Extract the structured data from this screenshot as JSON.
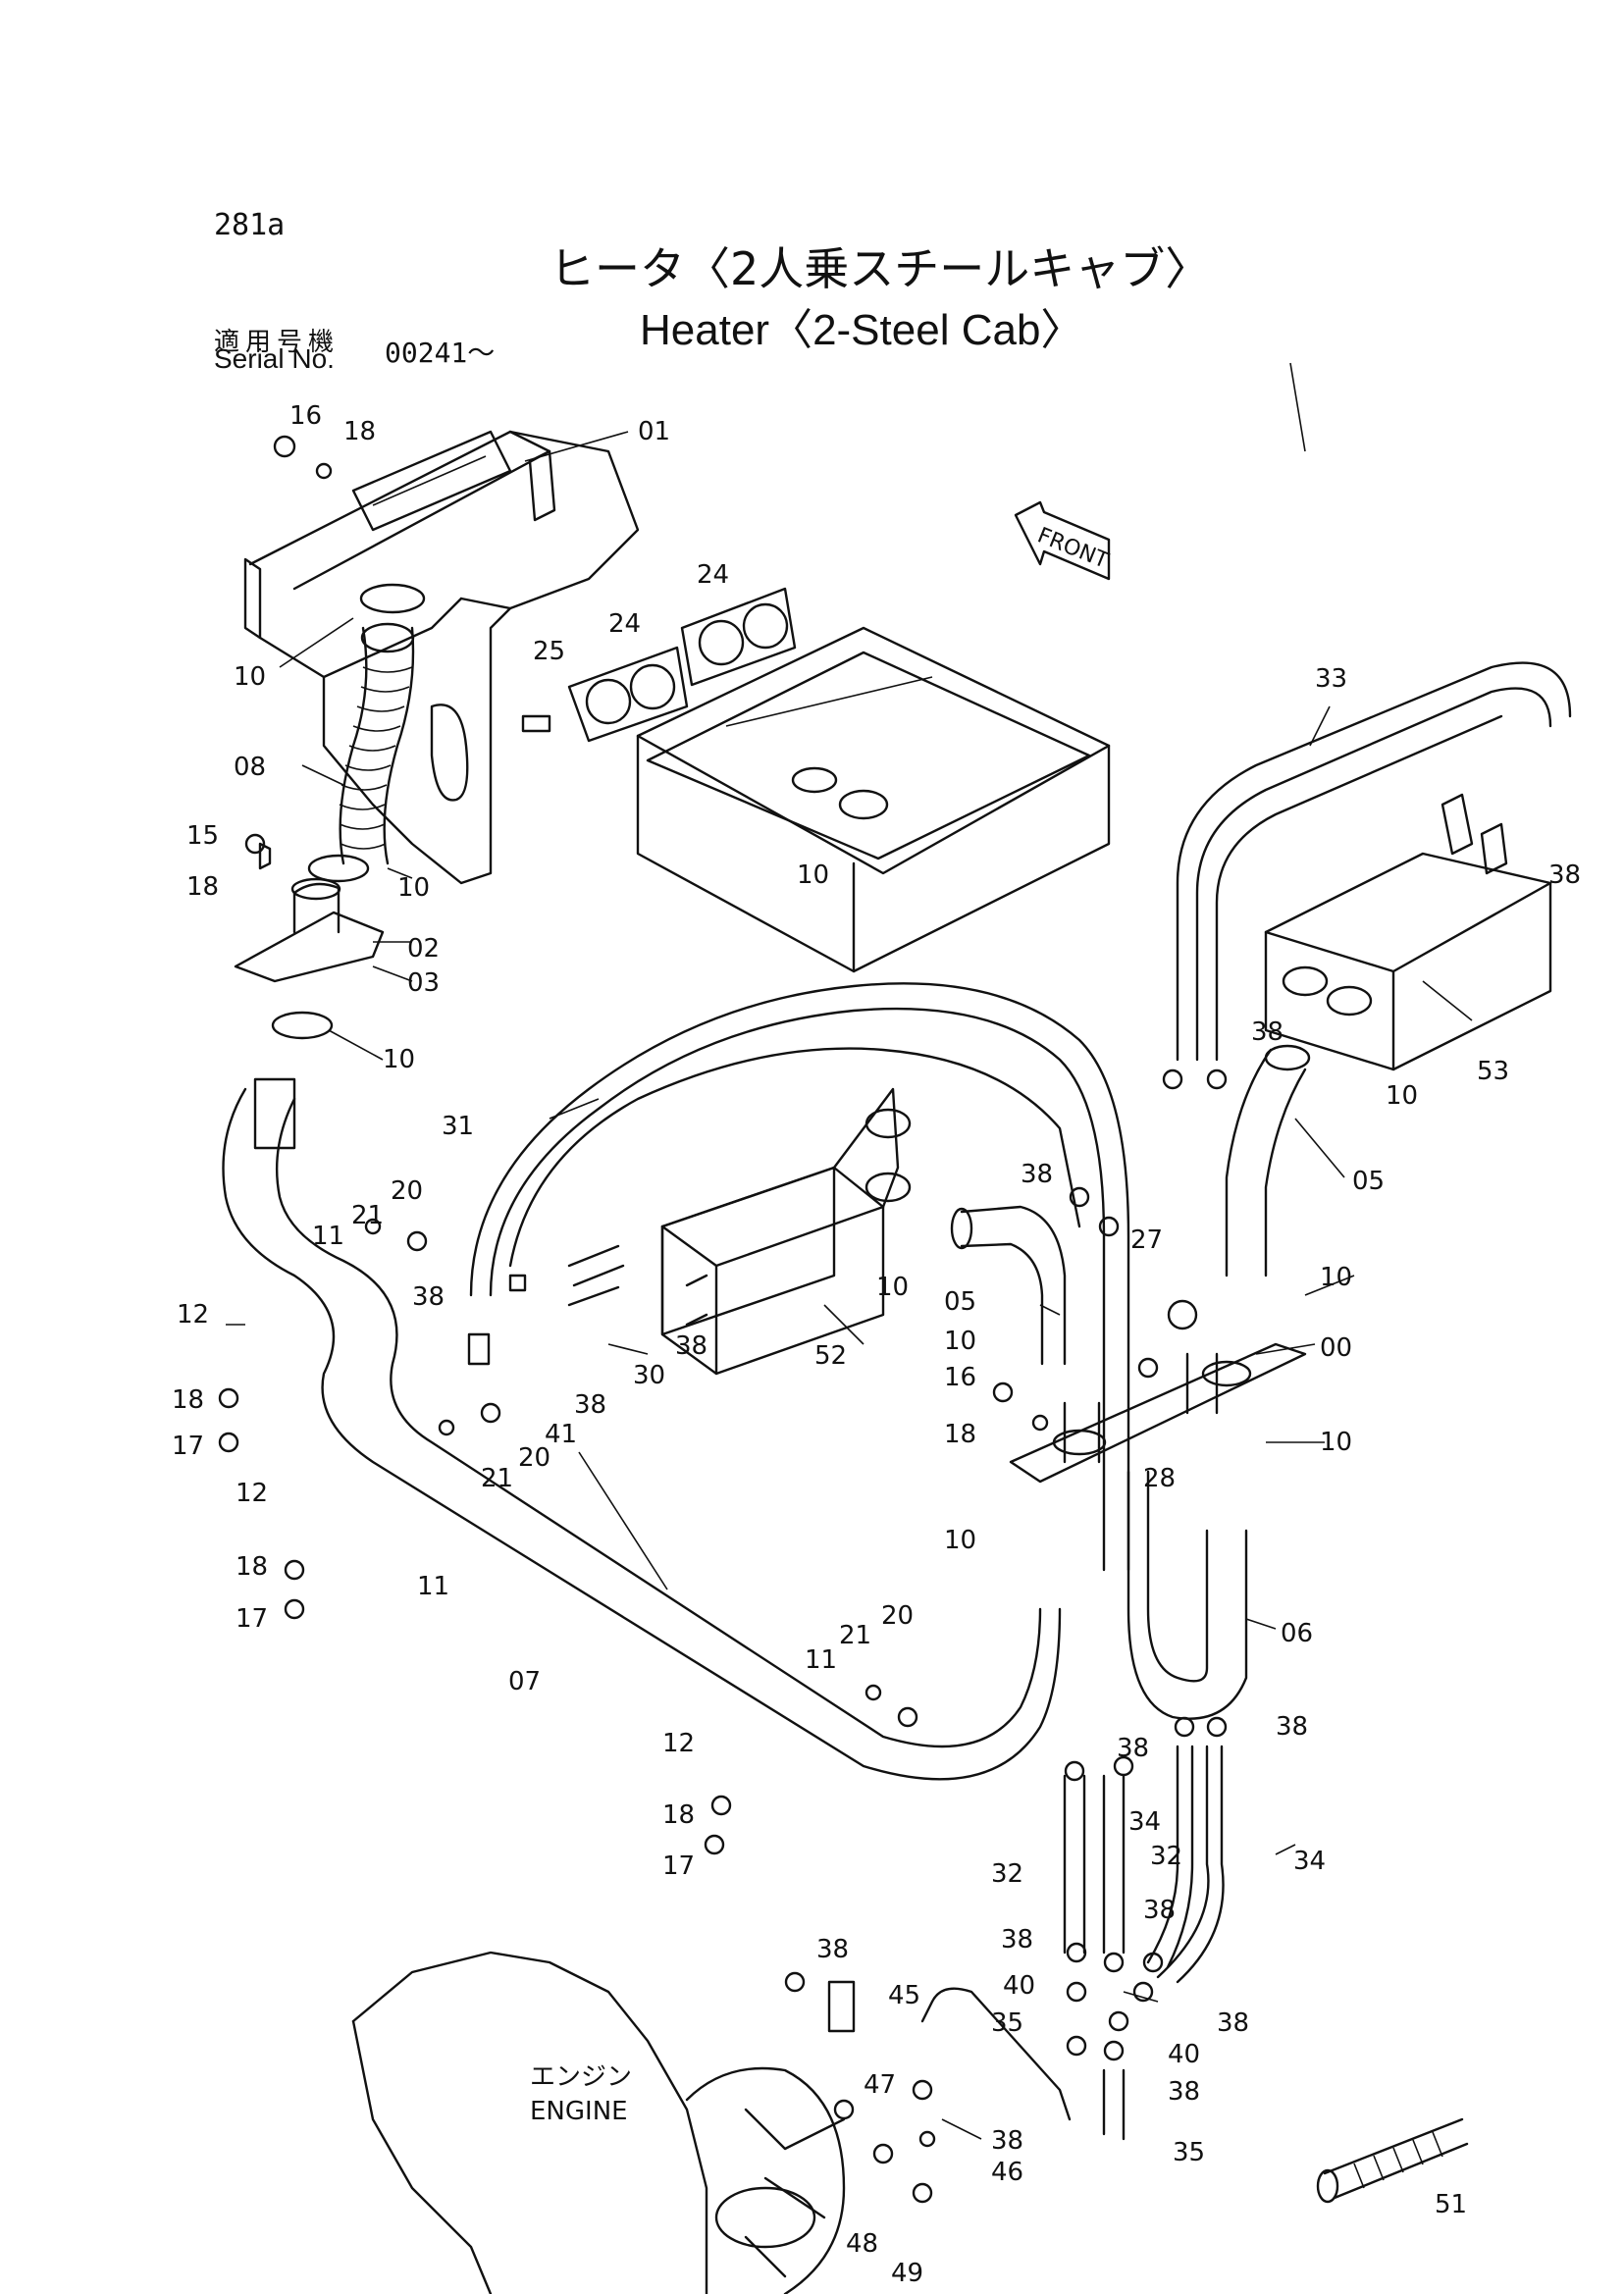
{
  "header": {
    "page_id": "281a",
    "title_ja": "ヒータ〈2人乗スチールキャブ〉",
    "title_en": "Heater〈2-Steel Cab〉",
    "serial_label_ja": "適用号機",
    "serial_label_en": "Serial No.",
    "serial_value": "00241～"
  },
  "markers": {
    "front": "FRONT",
    "engine_ja": "エンジン",
    "engine_en": "ENGINE"
  },
  "callouts": {
    "p00": "00",
    "p01": "01",
    "p02": "02",
    "p03": "03",
    "p05": "05",
    "p06": "06",
    "p07": "07",
    "p08": "08",
    "p10": "10",
    "p11": "11",
    "p12": "12",
    "p15": "15",
    "p16": "16",
    "p17": "17",
    "p18": "18",
    "p20": "20",
    "p21": "21",
    "p24": "24",
    "p25": "25",
    "p27": "27",
    "p28": "28",
    "p30": "30",
    "p31": "31",
    "p32": "32",
    "p33": "33",
    "p34": "34",
    "p35": "35",
    "p38": "38",
    "p40": "40",
    "p41": "41",
    "p45": "45",
    "p46": "46",
    "p47": "47",
    "p48": "48",
    "p49": "49",
    "p51": "51",
    "p52": "52",
    "p53": "53"
  }
}
